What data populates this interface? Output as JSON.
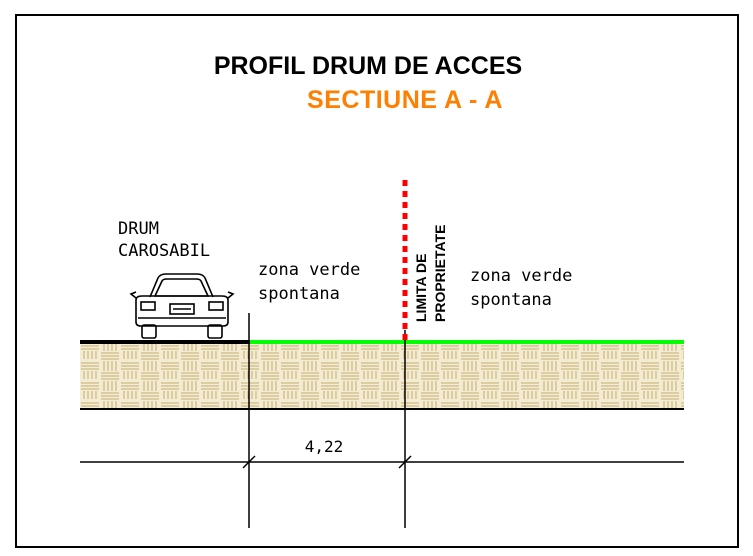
{
  "drawing": {
    "title": "PROFIL DRUM DE ACCES",
    "subtitle": "SECTIUNE  A - A",
    "road_label_line1": "DRUM",
    "road_label_line2": "CAROSABIL",
    "green_zone_left_line1": "zona verde",
    "green_zone_left_line2": "spontana",
    "property_limit_line1": "LIMITA DE",
    "property_limit_line2": "PROPRIETATE",
    "green_zone_right_line1": "zona verde",
    "green_zone_right_line2": "spontana",
    "dimension_value": "4,22"
  },
  "colors": {
    "title_main": "#000000",
    "subtitle": "#ff8000",
    "green_surface": "#00ff00",
    "road_surface": "#000000",
    "property_limit": "#ff0000",
    "soil_fill": "#f4ecd2",
    "soil_pattern": "#c2ad72",
    "frame": "#000000"
  },
  "icons": {
    "car": "car-rear-view-icon"
  }
}
